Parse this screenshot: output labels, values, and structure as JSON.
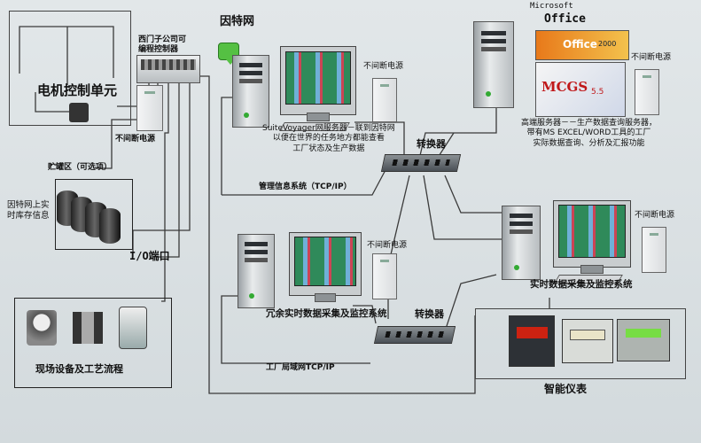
{
  "title_internet": "因特网",
  "ms_microsoft": "Microsoft",
  "ms_office": "Office",
  "motor_unit": "电机控制单元",
  "plc_label": "西门子公司可\n编程控制器",
  "ups": "不间断电源",
  "storage_zone": "贮罐区（可选项）",
  "inventory_info": "因特网上实\n时库存信息",
  "io_port": "I/O端口",
  "field_equipment": "现场设备及工艺流程",
  "suite_desc": "SuiteVoyager网服务器－联到因特网\n以便在世界的任务地方都能查看\n工厂状态及生产数据",
  "switch": "转换器",
  "mgmt_network": "管理信息系统（TCP/IP）",
  "high_end_server": "高端服务器－－生产数据查询服务器，\n带有MS EXCEL/WORD工具的工厂\n实际数据查询、分析及汇报功能",
  "realtime_system": "实时数据采集及监控系统",
  "redundant_system": "冗余实时数据采集及监控系统",
  "plant_lan": "工厂局域网TCP/IP",
  "smart_instruments": "智能仪表",
  "mcgs_logo": "MCGS",
  "mcgs_version": "5.5",
  "office_version": "2000",
  "colors": {
    "wire": "#3a3a3a",
    "speech": "#55c043",
    "office_orange": "#e8791a",
    "mcgs_red": "#c0181a"
  }
}
